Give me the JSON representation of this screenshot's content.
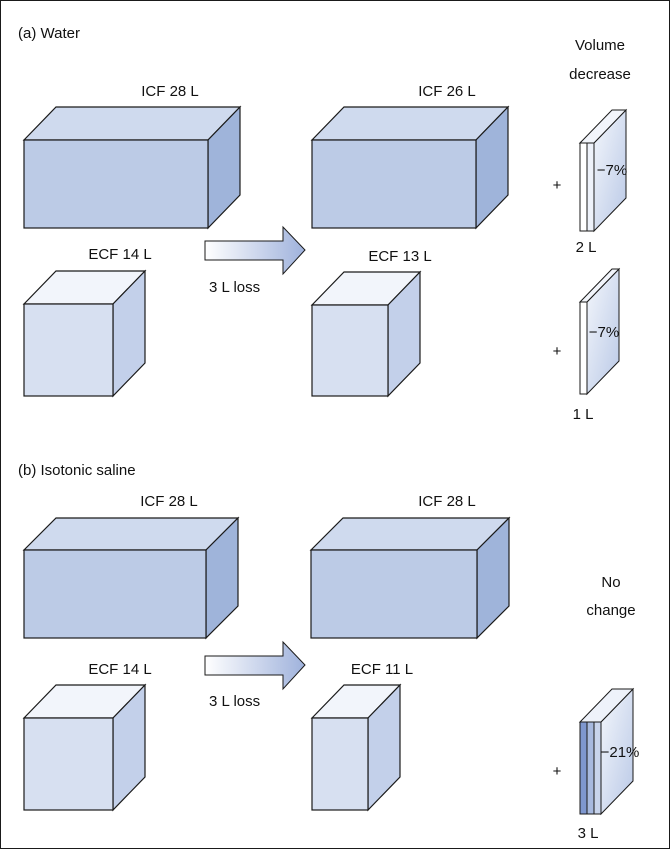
{
  "panel_a": {
    "title": "(a) Water",
    "volume_header_line1": "Volume",
    "volume_header_line2": "decrease",
    "before_icf": "ICF 28 L",
    "before_ecf": "ECF 14 L",
    "arrow_label": "3 L loss",
    "after_icf": "ICF 26 L",
    "after_ecf": "ECF 13 L",
    "icf_plus": "+",
    "icf_change_percent": "−7%",
    "icf_change_volume": "2 L",
    "ecf_plus": "+",
    "ecf_change_percent": "−7%",
    "ecf_change_volume": "1 L"
  },
  "panel_b": {
    "title": "(b) Isotonic saline",
    "before_icf": "ICF 28 L",
    "before_ecf": "ECF 14 L",
    "arrow_label": "3 L loss",
    "after_icf": "ICF 28 L",
    "after_ecf": "ECF 11 L",
    "no_change_line1": "No",
    "no_change_line2": "change",
    "ecf_plus": "+",
    "ecf_change_percent": "−21%",
    "ecf_change_volume": "3 L"
  },
  "colors": {
    "icf_front": "#bccbe6",
    "icf_top": "#cfdaee",
    "icf_side": "#9fb4da",
    "ecf_front": "#d7e0f1",
    "ecf_top": "#f2f5fb",
    "ecf_side": "#c3d0ea",
    "outline": "#1a1a1a",
    "arrow_start": "#ffffff",
    "arrow_end": "#9fb2dc"
  }
}
